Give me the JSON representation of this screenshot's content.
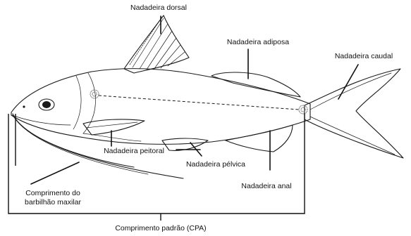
{
  "labels": {
    "dorsal": "Nadadeira dorsal",
    "adiposa": "Nadadeira adiposa",
    "caudal": "Nadadeira caudal",
    "peitoral": "Nadadeira peitoral",
    "pelvica": "Nadadeira pélvica",
    "anal": "Nadadeira anal",
    "barbilhao_line1": "Comprimento do",
    "barbilhao_line2": "barbilhão maxilar",
    "cpa": "Comprimento padrão (CPA)"
  },
  "colors": {
    "ink": "#1a1a1a",
    "background": "#ffffff"
  }
}
